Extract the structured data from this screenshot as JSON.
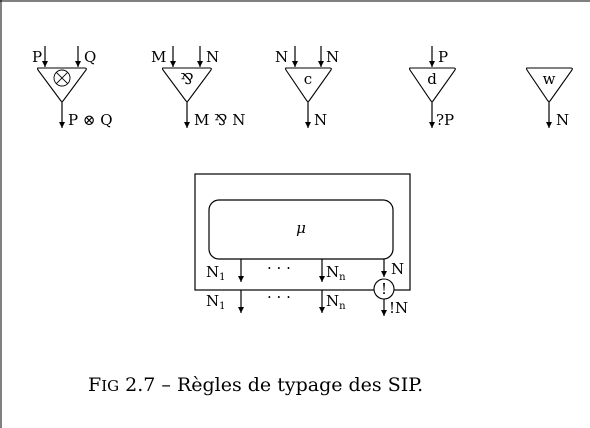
{
  "caption": {
    "fig_initial": "F",
    "fig_rest": "IG",
    "text": " 2.7 – Règles de typage des SIP."
  },
  "rules": {
    "tensor": {
      "in1": "P",
      "in2": "Q",
      "symbol": "⊗",
      "out": "P ⊗ Q"
    },
    "par": {
      "in1": "M",
      "in2": "N",
      "symbol": "⅋",
      "out": "M ⅋ N"
    },
    "contraction": {
      "in1": "N",
      "in2": "N",
      "symbol": "c",
      "out": "N"
    },
    "dereliction": {
      "in": "P",
      "symbol": "d",
      "out": "?P"
    },
    "weakening": {
      "symbol": "w",
      "out": "N"
    }
  },
  "promotion": {
    "box_label": "μ",
    "inner_out1": "N",
    "inner_out1_sub": "1",
    "inner_dots": "· · ·",
    "inner_outn": "N",
    "inner_outn_sub": "n",
    "inner_bang_in": "N",
    "bang_symbol": "!",
    "outer_out1": "N",
    "outer_out1_sub": "1",
    "outer_dots": "· · ·",
    "outer_outn": "N",
    "outer_outn_sub": "n",
    "outer_bang_out": "!N"
  }
}
